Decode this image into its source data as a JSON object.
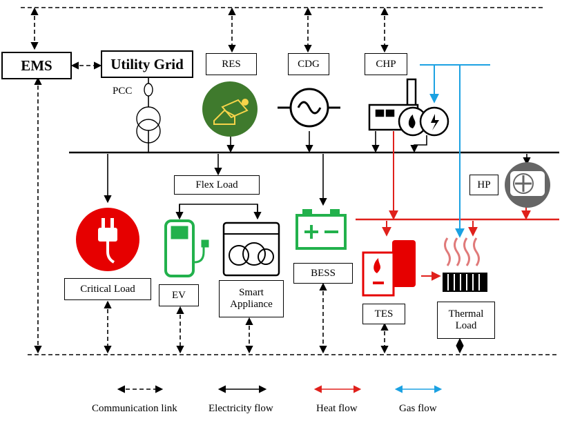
{
  "nodes": {
    "ems": "EMS",
    "utility_grid": "Utility Grid",
    "pcc": "PCC",
    "res": "RES",
    "cdg": "CDG",
    "chp": "CHP",
    "hp": "HP",
    "flex_load": "Flex Load",
    "critical_load": "Critical Load",
    "ev": "EV",
    "smart_appliance": "Smart\nAppliance",
    "bess": "BESS",
    "tes": "TES",
    "thermal_load": "Thermal\nLoad"
  },
  "legend": {
    "communication": "Communication link",
    "electricity": "Electricity flow",
    "heat": "Heat flow",
    "gas": "Gas flow"
  },
  "colors": {
    "electricity": "#000000",
    "heat": "#e0201b",
    "gas": "#1ba1e2",
    "res_icon": "#3f7a2d",
    "critical_icon": "#e60000",
    "ev_icon": "#22b14c",
    "bess_icon": "#22b14c",
    "hp_icon": "#666666"
  },
  "icons": [
    "solar-house-icon",
    "ac-generator-icon",
    "chp-plant-icon",
    "plug-icon",
    "ev-charger-icon",
    "dishwasher-icon",
    "battery-icon",
    "heat-pump-icon",
    "water-heater-icon",
    "radiator-icon"
  ]
}
